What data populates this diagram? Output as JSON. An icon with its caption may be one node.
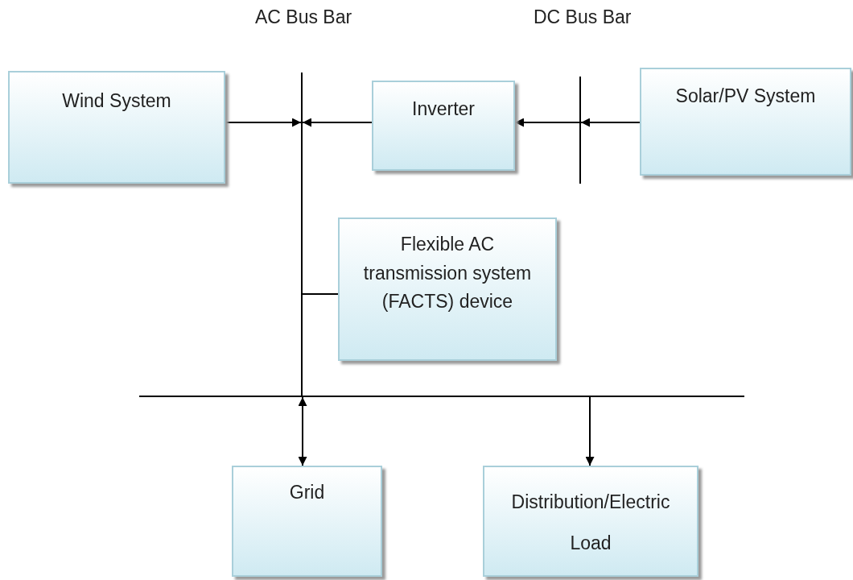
{
  "diagram": {
    "nodes": [
      {
        "text": [
          "Wind System"
        ]
      },
      {
        "text": [
          "Inverter"
        ]
      },
      {
        "text": [
          "Solar/PV System"
        ]
      },
      {
        "text": [
          "Flexible AC transmission system (FACTS) device"
        ]
      },
      {
        "text": [
          "Grid"
        ]
      },
      {
        "text": [
          "Distribution/Electric Load"
        ]
      },
      {
        "text": [
          "AC Bus Bar"
        ]
      },
      {
        "text": [
          "DC Bus Bar"
        ]
      },
      {
        "text": [],
        "shape": "bar"
      }
    ],
    "edges": [
      {
        "from": 0,
        "to": 6,
        "arrow": "to"
      },
      {
        "from": 1,
        "to": 6,
        "arrow": "to"
      },
      {
        "from": 7,
        "to": 1,
        "arrow": "to"
      },
      {
        "from": 2,
        "to": 7,
        "arrow": "to"
      },
      {
        "from": 3,
        "to": 6,
        "arrow": "none"
      },
      {
        "from": 8,
        "to": 4,
        "arrow": "both"
      },
      {
        "from": 8,
        "to": 5,
        "arrow": "to"
      }
    ]
  }
}
